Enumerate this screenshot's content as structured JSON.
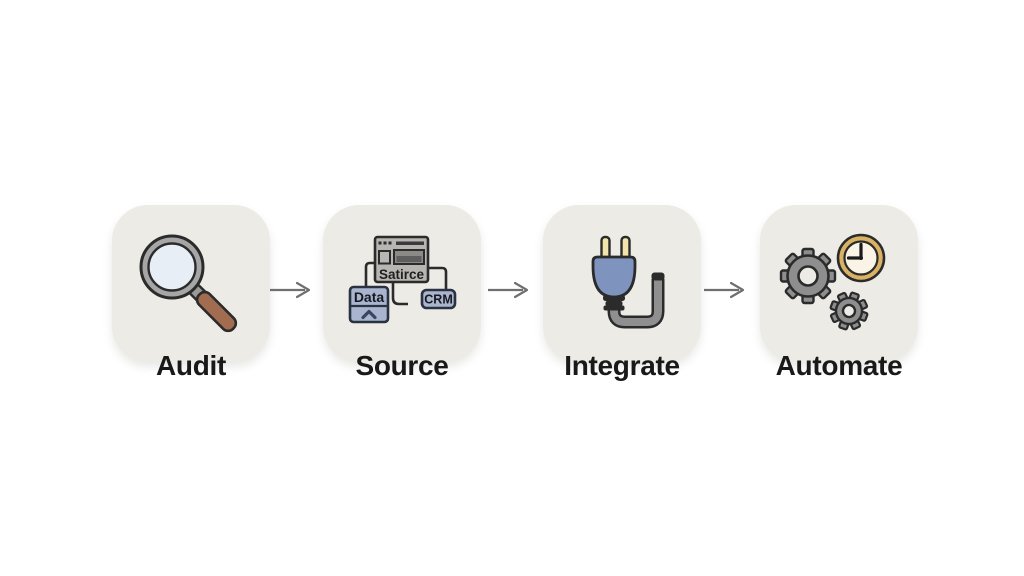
{
  "diagram": {
    "title": "",
    "type": "process-flow",
    "direction": "left-to-right"
  },
  "steps": [
    {
      "id": "audit",
      "label": "Audit",
      "icon": "magnifying-glass-icon"
    },
    {
      "id": "source",
      "label": "Source",
      "icon": "data-source-window-icon",
      "window_title": "Satirce",
      "data_box_label": "Data",
      "crm_box_label": "CRM",
      "chevron_symbol": "^"
    },
    {
      "id": "integrate",
      "label": "Integrate",
      "icon": "power-plug-icon"
    },
    {
      "id": "automate",
      "label": "Automate",
      "icon": "gears-clock-icon"
    }
  ],
  "arrows": {
    "count": 3,
    "style": "thin-open-head",
    "color": "#6F6F6F"
  },
  "colors": {
    "page_bg": "#FFFFFF",
    "card_bg": "#ECEBE6",
    "outline": "#2B2B2B",
    "label_text": "#191919",
    "arrow": "#6F6F6F",
    "magnifier_rim": "#A6A6A6",
    "magnifier_lens": "#E7EEF6",
    "magnifier_handle": "#A26C50",
    "window_gray": "#B7B6B2",
    "window_panel_gray": "#8A8A86",
    "window_dark": "#5E5E5E",
    "box_blue": "#A9B5CE",
    "box_outline": "#2A3140",
    "chevron_blue": "#3A4563",
    "plug_blue": "#7E93BD",
    "prong_cream": "#F2E5AC",
    "cable_gray": "#8F8F8F",
    "gear_gray": "#8E8E8E",
    "clock_ring": "#D9B264",
    "clock_face": "#F9F4E6"
  }
}
